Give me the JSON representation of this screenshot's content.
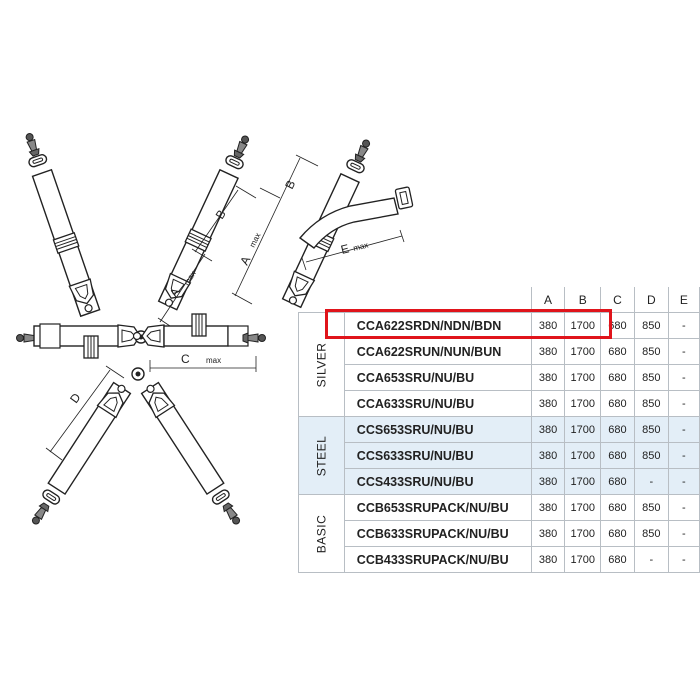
{
  "dimension_labels": {
    "a": "A",
    "b": "B",
    "c": "C",
    "d": "D",
    "e": "E",
    "max": "max"
  },
  "table": {
    "columns": [
      "A",
      "B",
      "C",
      "D",
      "E"
    ],
    "highlighted_model": "CCA622SRDN/NDN/BDN",
    "highlight_color": "#e0141b",
    "groups": [
      {
        "name": "SILVER",
        "background": "#ffffff",
        "rows": [
          {
            "model": "CCA622SRDN/NDN/BDN",
            "values": [
              "380",
              "1700",
              "680",
              "850",
              "-"
            ]
          },
          {
            "model": "CCA622SRUN/NUN/BUN",
            "values": [
              "380",
              "1700",
              "680",
              "850",
              "-"
            ]
          },
          {
            "model": "CCA653SRU/NU/BU",
            "values": [
              "380",
              "1700",
              "680",
              "850",
              "-"
            ]
          },
          {
            "model": "CCA633SRU/NU/BU",
            "values": [
              "380",
              "1700",
              "680",
              "850",
              "-"
            ]
          }
        ]
      },
      {
        "name": "STEEL",
        "background": "#e3eef7",
        "rows": [
          {
            "model": "CCS653SRU/NU/BU",
            "values": [
              "380",
              "1700",
              "680",
              "850",
              "-"
            ]
          },
          {
            "model": "CCS633SRU/NU/BU",
            "values": [
              "380",
              "1700",
              "680",
              "850",
              "-"
            ]
          },
          {
            "model": "CCS433SRU/NU/BU",
            "values": [
              "380",
              "1700",
              "680",
              "-",
              "-"
            ]
          }
        ]
      },
      {
        "name": "BASIC",
        "background": "#ffffff",
        "rows": [
          {
            "model": "CCB653SRUPACK/NU/BU",
            "values": [
              "380",
              "1700",
              "680",
              "850",
              "-"
            ]
          },
          {
            "model": "CCB633SRUPACK/NU/BU",
            "values": [
              "380",
              "1700",
              "680",
              "850",
              "-"
            ]
          },
          {
            "model": "CCB433SRUPACK/NU/BU",
            "values": [
              "380",
              "1700",
              "680",
              "-",
              "-"
            ]
          }
        ]
      }
    ]
  }
}
